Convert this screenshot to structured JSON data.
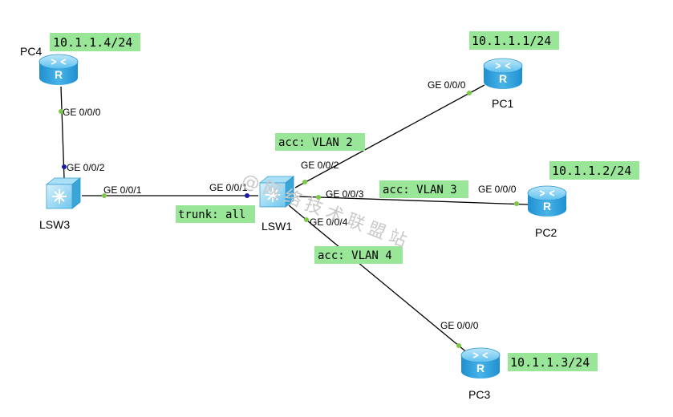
{
  "devices": {
    "pc1": {
      "name": "PC1",
      "ip": "10.1.1.1/24",
      "port": "GE 0/0/0"
    },
    "pc2": {
      "name": "PC2",
      "ip": "10.1.1.2/24",
      "port": "GE 0/0/0"
    },
    "pc3": {
      "name": "PC3",
      "ip": "10.1.1.3/24",
      "port": "GE 0/0/0"
    },
    "pc4": {
      "name": "PC4",
      "ip": "10.1.1.4/24",
      "port": "GE 0/0/0"
    },
    "lsw1": {
      "name": "LSW1",
      "ports": {
        "p1": "GE 0/0/1",
        "p2": "GE 0/0/2",
        "p3": "GE 0/0/3",
        "p4": "GE 0/0/4"
      }
    },
    "lsw3": {
      "name": "LSW3",
      "ports": {
        "p1": "GE 0/0/1",
        "p2": "GE 0/0/2"
      }
    }
  },
  "notes": {
    "vlan2": "acc: VLAN 2",
    "vlan3": "acc: VLAN 3",
    "vlan4": "acc: VLAN 4",
    "trunk": "trunk: all"
  },
  "watermark": "@网络技术联盟站",
  "colors": {
    "note_bg": "#99e699",
    "port_dot": "#7ac943",
    "trunk_dot": "#1a1aa8",
    "router": "#3aa6d8"
  }
}
